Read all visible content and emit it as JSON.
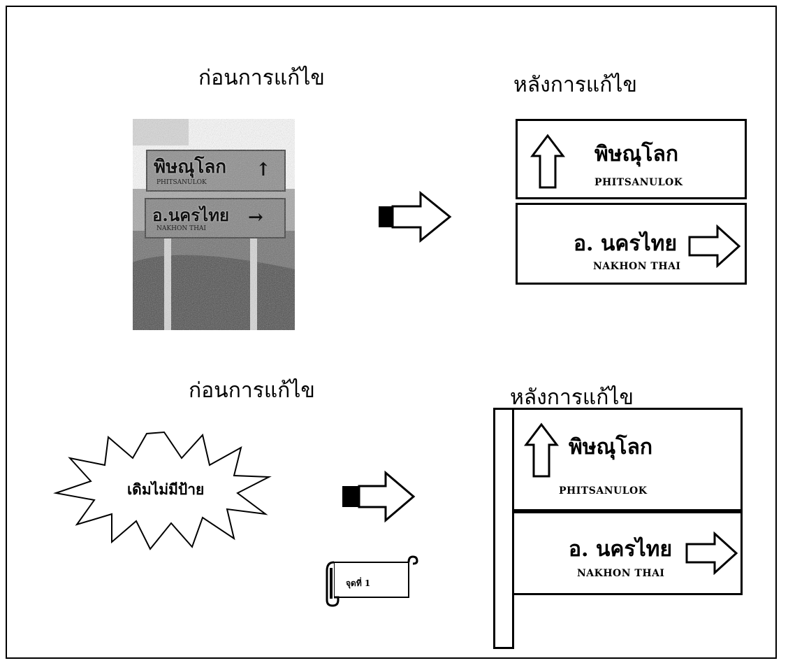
{
  "headings": {
    "top_before": "ก่อนการแก้ไข",
    "top_after": "หลังการแก้ไข",
    "bottom_before": "ก่อนการแก้ไข",
    "bottom_after": "หลังการแก้ไข"
  },
  "photo": {
    "sign_top_text": "พิษณุโลก",
    "sign_top_sub": "PHITSANULOK",
    "sign_bottom_text": "อ.นครไทย",
    "sign_bottom_sub": "NAKHON THAI"
  },
  "top_after_sign": {
    "upper": {
      "thai": "พิษณุโลก",
      "eng": "PHITSANULOK"
    },
    "lower": {
      "thai": "อ. นครไทย",
      "eng": "NAKHON  THAI"
    }
  },
  "bottom_after_sign": {
    "upper": {
      "thai": "พิษณุโลก",
      "eng": "PHITSANULOK"
    },
    "lower": {
      "thai": "อ. นครไทย",
      "eng": "NAKHON  THAI"
    }
  },
  "burst_label": "เดิมไม่มีป้าย",
  "scroll_label": "จุดที่ 1",
  "icons": [
    "right-arrow-icon",
    "up-arrow-icon",
    "burst-icon",
    "scroll-icon"
  ]
}
